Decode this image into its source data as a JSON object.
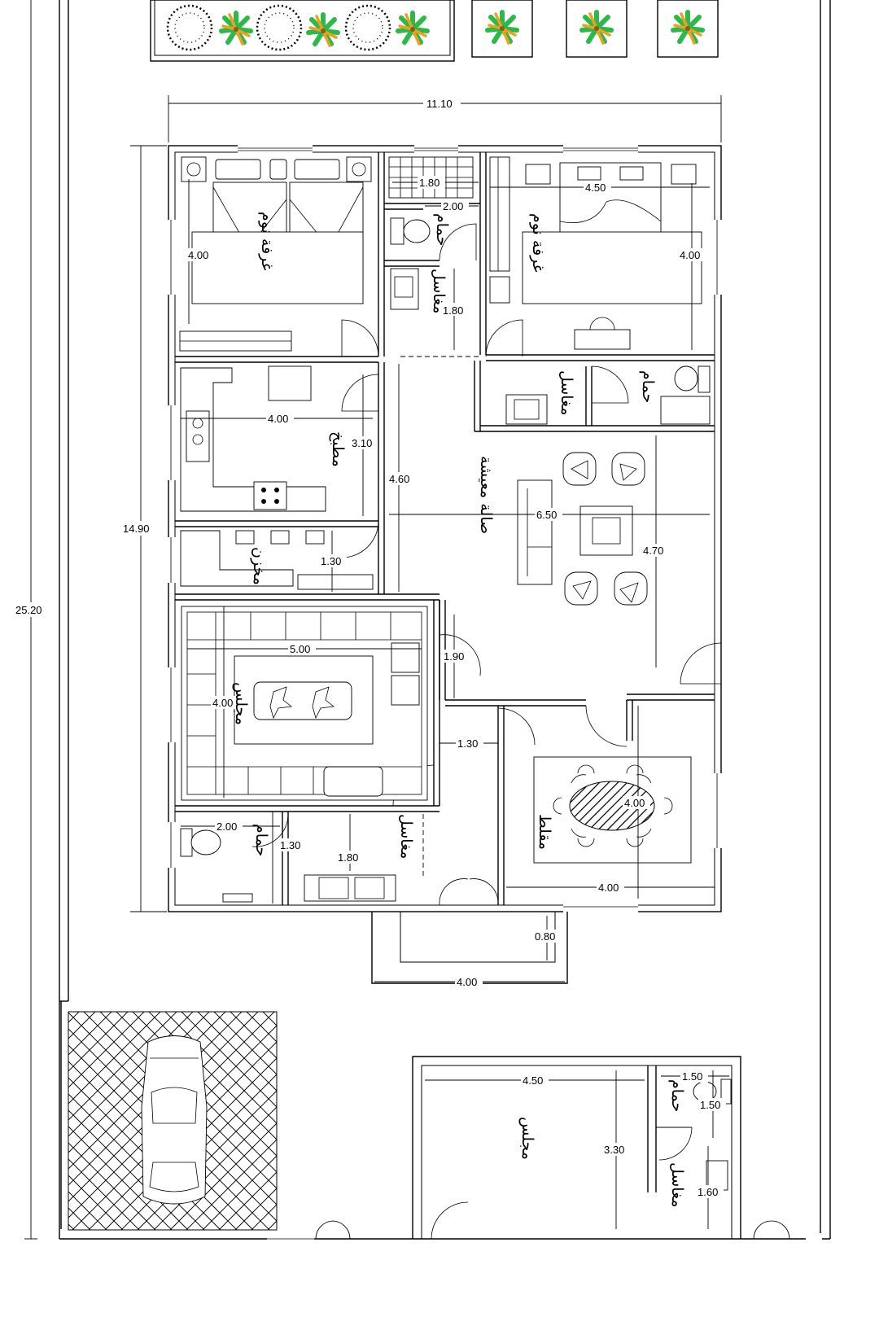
{
  "dimensions": {
    "site_depth": "25.20",
    "house_depth": "14.90",
    "house_width": "11.10",
    "bed1_width": "4.00",
    "bath1_tub": "1.80",
    "bath1_width": "2.00",
    "wash1_width": "1.80",
    "bed2_width": "4.50",
    "bed2_depth": "4.00",
    "kitchen_width": "4.00",
    "kitchen_depth": "3.10",
    "corridor": "4.60",
    "living_width": "6.50",
    "living_depth": "4.70",
    "store_depth": "1.30",
    "majlis_width": "5.00",
    "majlis_depth": "4.00",
    "entry_width": "1.90",
    "entry_depth": "1.30",
    "dining_size": "4.00",
    "dining_width": "4.00",
    "bath3_width": "2.00",
    "bath3_depth": "1.30",
    "wash3_width": "1.80",
    "porch_depth": "0.80",
    "porch_width": "4.00",
    "annex_majlis_width": "4.50",
    "annex_majlis_depth": "3.30",
    "annex_bath_width": "1.50",
    "annex_bath_depth": "1.50",
    "annex_wash_depth": "1.60"
  },
  "rooms": {
    "bedroom1": "غرفة نوم",
    "bath1": "حمام",
    "wash1": "مغاسل",
    "bedroom2": "غرفة نوم",
    "wash2": "مغاسل",
    "bath2": "حمام",
    "kitchen": "مطبخ",
    "living": "صالة معيشة",
    "store": "مخزن",
    "majlis": "مجلس",
    "dining": "مقلط",
    "bath3": "حمام",
    "wash3": "مغاسل",
    "annex_majlis": "مجلس",
    "annex_bath": "حمام",
    "annex_wash": "مغاسل"
  },
  "colors": {
    "palm_green": "#2db84a",
    "palm_orange": "#f0a020",
    "line": "#000000"
  }
}
